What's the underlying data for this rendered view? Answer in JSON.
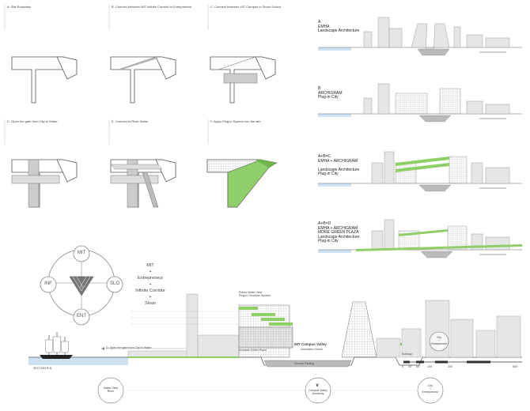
{
  "steps": [
    {
      "label": "A. Site Boundary"
    },
    {
      "label": "B. Connect between MIT Infinite Corridor to Entrepreneur"
    },
    {
      "label": "C. Connect between MIT Campus to Sloan School"
    },
    {
      "label": "D. Open the gate from City to Water"
    },
    {
      "label": "E. Connect to River Water"
    },
    {
      "label": "F. Apply Plug-in System into the site"
    }
  ],
  "sections": [
    {
      "title": "A\nEMHA\nLandscape Architecture"
    },
    {
      "title": "B\nARCHIGRAM\nPlug-in City"
    },
    {
      "title": "A+B=C\nEMHA + ARCHIGRAM\n\nLandscape Architecture\nPlug-in City"
    },
    {
      "title": "A+B=D\nEMHA + ARCHIGRAM\nMORE GREEN PLAZA\nLandscape Architecture\nPlug-in City"
    }
  ],
  "compass": {
    "top": "MIT",
    "bottom": "ENT",
    "left": "INF",
    "right": "SLO"
  },
  "equation": "MIT\n+\nEntrepreneur\n+\nInfinite Corridor\n+\nSloan",
  "section_labels": {
    "gate": "D. Open the gate from City to Water",
    "prince": "Prince Water View\nPlug-in Structure System",
    "green_plaza": "Increase Green Plaza",
    "innovation_bold": "MIT Campus Valley",
    "innovation_sub": "Innovation Centre",
    "parking": "Ground Parking",
    "subway": "Subway",
    "section_id": "SECTION B-B",
    "city_circle": "City\n+\nEntrepreneur"
  },
  "scale": [
    "0",
    "20'",
    "50'",
    "100'",
    "200'",
    "500'"
  ],
  "flow": [
    {
      "label": "Water View\nRiver"
    },
    {
      "label": "Campus Valley\nAcademy"
    },
    {
      "label": "City\n+\nEntrepreneur"
    }
  ],
  "colors": {
    "green": "#8fcf6a",
    "water": "#cfe2f3",
    "building": "#e6e6e6",
    "stroke": "#666666"
  }
}
